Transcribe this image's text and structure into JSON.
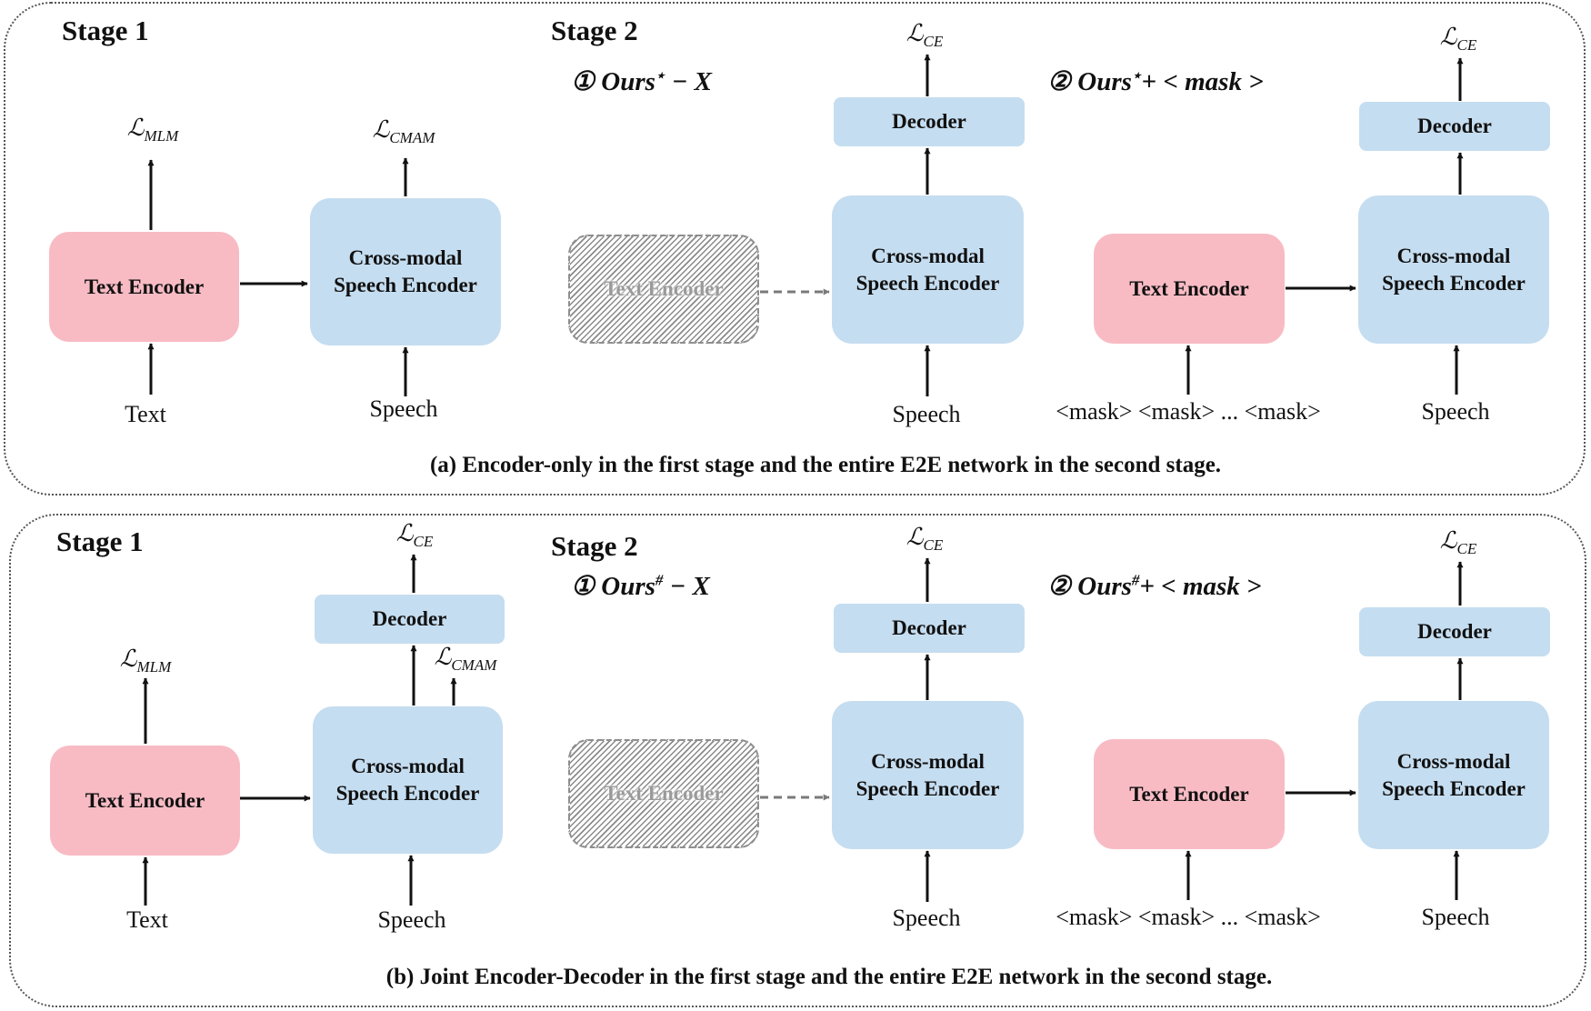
{
  "panel_a": {
    "stage1": "Stage 1",
    "stage2": "Stage 2",
    "s1_text_encoder": "Text Encoder",
    "s1_speech_encoder": "Cross-modal Speech Encoder",
    "s1_loss_mlm": "ℒ",
    "s1_loss_mlm_sub": "MLM",
    "s1_loss_cmam": "ℒ",
    "s1_loss_cmam_sub": "CMAM",
    "s1_text_input": "Text",
    "s1_speech_input": "Speech",
    "m1_label": "① Ours",
    "m1_sup": "⋆",
    "m1_tail": " − X",
    "m1_ghost": "Text Encoder",
    "m1_speech_encoder": "Cross-modal Speech Encoder",
    "m1_decoder": "Decoder",
    "m1_loss": "ℒ",
    "m1_loss_sub": "CE",
    "m1_speech_input": "Speech",
    "m2_label": "② Ours",
    "m2_sup": "⋆",
    "m2_tail": "+ < mask >",
    "m2_text_encoder": "Text Encoder",
    "m2_speech_encoder": "Cross-modal Speech Encoder",
    "m2_decoder": "Decoder",
    "m2_loss": "ℒ",
    "m2_loss_sub": "CE",
    "m2_mask_input": "<mask> <mask> ... <mask>",
    "m2_speech_input": "Speech",
    "caption": "(a) Encoder-only in the first stage and the entire E2E network in the second stage."
  },
  "panel_b": {
    "stage1": "Stage 1",
    "stage2": "Stage 2",
    "s1_text_encoder": "Text Encoder",
    "s1_speech_encoder": "Cross-modal Speech Encoder",
    "s1_decoder": "Decoder",
    "s1_loss_ce": "ℒ",
    "s1_loss_ce_sub": "CE",
    "s1_loss_mlm": "ℒ",
    "s1_loss_mlm_sub": "MLM",
    "s1_loss_cmam": "ℒ",
    "s1_loss_cmam_sub": "CMAM",
    "s1_text_input": "Text",
    "s1_speech_input": "Speech",
    "m1_label": "① Ours",
    "m1_sup": "#",
    "m1_tail": " − X",
    "m1_ghost": "Text Encoder",
    "m1_speech_encoder": "Cross-modal Speech Encoder",
    "m1_decoder": "Decoder",
    "m1_loss": "ℒ",
    "m1_loss_sub": "CE",
    "m1_speech_input": "Speech",
    "m2_label": "② Ours",
    "m2_sup": "#",
    "m2_tail": "+ < mask >",
    "m2_text_encoder": "Text Encoder",
    "m2_speech_encoder": "Cross-modal Speech Encoder",
    "m2_decoder": "Decoder",
    "m2_loss": "ℒ",
    "m2_loss_sub": "CE",
    "m2_mask_input": "<mask> <mask> ... <mask>",
    "m2_speech_input": "Speech",
    "caption": "(b) Joint Encoder-Decoder in the first stage and the entire E2E network in the second stage."
  },
  "colors": {
    "text_encoder": "#f8bbc4",
    "speech_encoder": "#c5ddf0",
    "decoder": "#c5ddf0",
    "arrow": "#111111",
    "dashed_arrow": "#7a7a7a"
  }
}
